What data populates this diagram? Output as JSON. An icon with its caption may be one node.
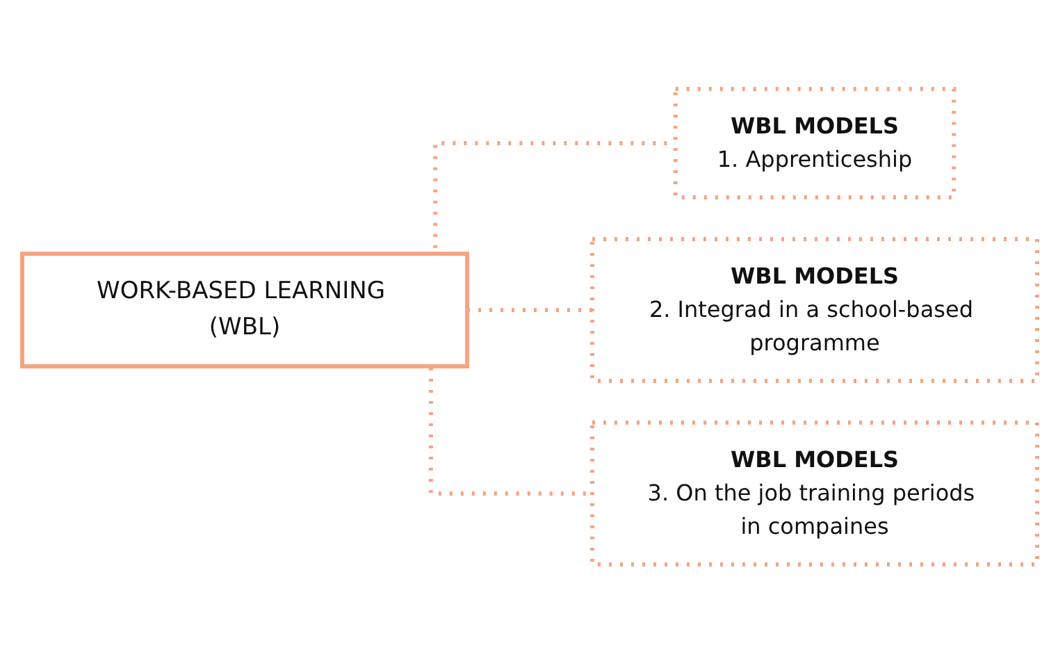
{
  "diagram": {
    "nodes": [
      {
        "text": [
          "WORK-BASED LEARNING (WBL)"
        ]
      },
      {
        "text": [
          "WBL MODELS",
          "1. Apprenticeship"
        ]
      },
      {
        "text": [
          "WBL MODELS",
          "2. Integrad in a school-based programme"
        ]
      },
      {
        "text": [
          "WBL MODELS",
          "3. On the job training periods in compaines"
        ]
      }
    ],
    "edges": [
      {
        "from": 0,
        "to": 1,
        "arrow": "none",
        "style": "dashed"
      },
      {
        "from": 0,
        "to": 2,
        "arrow": "none",
        "style": "dashed"
      },
      {
        "from": 0,
        "to": 3,
        "arrow": "none",
        "style": "dashed"
      }
    ]
  }
}
